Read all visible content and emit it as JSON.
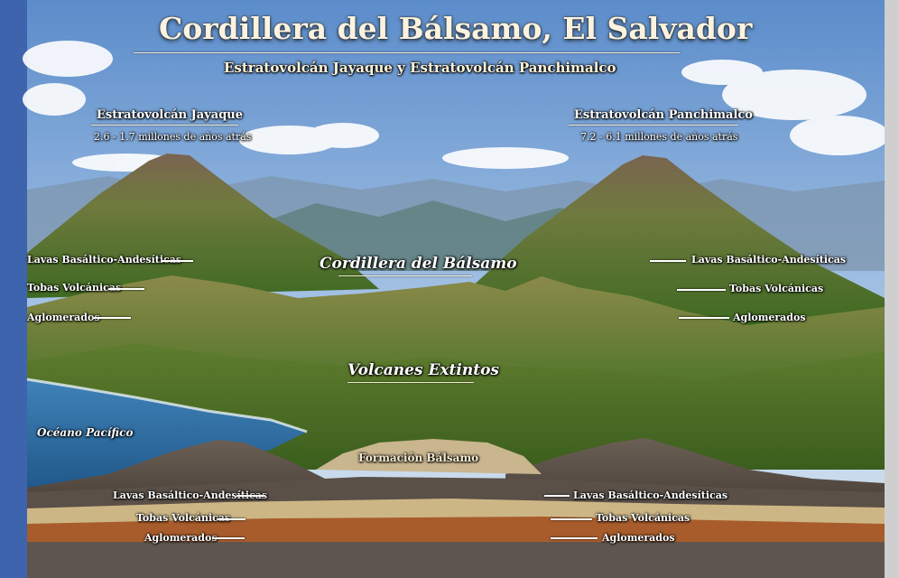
{
  "title": "Cordillera del Bálsamo, El Salvador",
  "subtitle": "Estratovolcán Jayaque y Estratovolcán Panchimalco",
  "volcanoes": [
    {
      "name": "Estratovolcán Jayaque",
      "age": "2.6 - 1.7 millones de años atrás"
    },
    {
      "name": "Estratovolcán Panchimalco",
      "age": "7.2 - 6.1 millones de años atrás"
    }
  ],
  "regions": {
    "cordillera": "Cordillera del Bálsamo",
    "extinct": "Volcanes Extintos",
    "ocean": "Océano Pacífico",
    "formation": "Formación Bálsamo"
  },
  "layers": {
    "lavas": "Lavas Basáltico-Andesíticas",
    "tobas": "Tobas Volcánicas",
    "aglomerados": "Aglomerados"
  },
  "colors": {
    "sky": "#8fb3dd",
    "forest": "#4a6b23",
    "rock": "#8a7257",
    "ocean": "#2d6da3",
    "frame": "#3d64ad"
  }
}
